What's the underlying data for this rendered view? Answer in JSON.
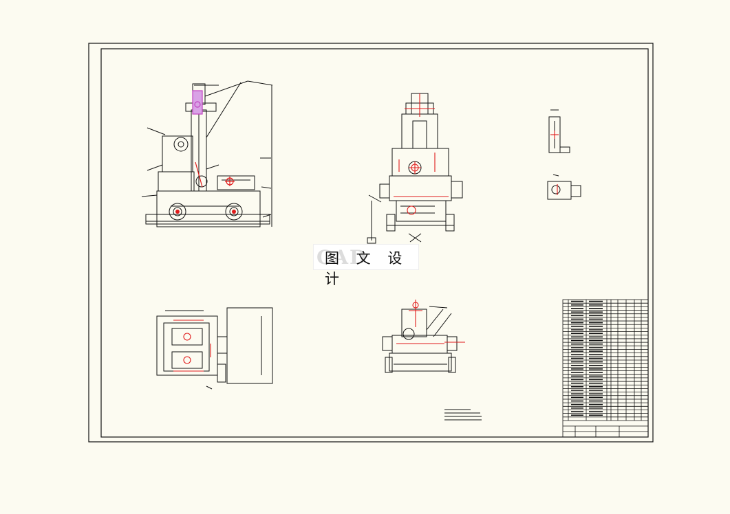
{
  "watermark": {
    "text": "图 文 设 计",
    "ghost": "CAD"
  },
  "colors": {
    "paper": "#fcfbf1",
    "line": "#111111",
    "accent_red": "#e01a1a",
    "accent_magenta": "#c040c0"
  },
  "parts_table_rows": 34
}
